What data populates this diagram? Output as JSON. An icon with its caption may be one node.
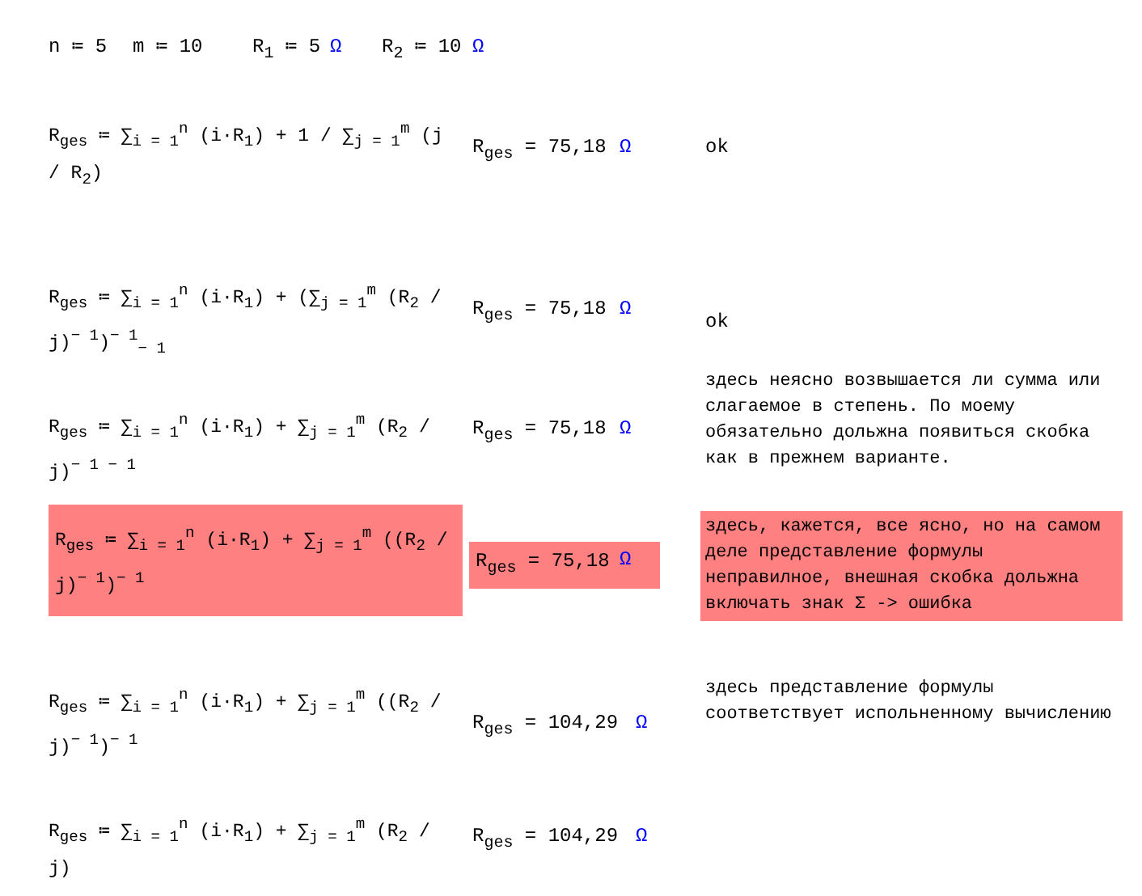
{
  "diagram": {
    "labels": [
      "n ≔ 5",
      "m ≔ 10",
      "R$_{1}$ ≔ 5",
      "Ω",
      "R$_{2}$ ≔ 10",
      "Ω",
      "R$_{ges}$ ≔ ∑$_{i = 1}$$^{n}$ (i·R$_{1}$) + 1 / ∑$_{j = 1}$$^{m}$ (j / R$_{2}$)",
      "R$_{ges}$ = 75,18",
      "Ω",
      "ok",
      "R$_{ges}$ ≔ ∑$_{i = 1}$$^{n}$ (i·R$_{1}$) + (∑$_{j = 1}$$^{m}$ (R$_{2}$ / j)$^{− 1}$)$^{− 1}$$_{− 1}$",
      "R$_{ges}$ = 75,18",
      "Ω",
      "ok",
      "R$_{ges}$ ≔ ∑$_{i = 1}$$^{n}$ (i·R$_{1}$) + ∑$_{j = 1}$$^{m}$ (R$_{2}$ / j)$^{− 1 − 1}$",
      "R$_{ges}$ = 75,18",
      "Ω",
      "здесь неясно возвышается ли сумма или слагаемое в степень. По моему обязательно дольжна появиться скобка как в прежнем варианте.",
      "R$_{ges}$ ≔ ∑$_{i = 1}$$^{n}$ (i·R$_{1}$) + ∑$_{j = 1}$$^{m}$ ((R$_{2}$ / j)$^{− 1}$)$^{− 1}$",
      "R$_{ges}$ = 75,18",
      "Ω",
      "здесь, кажется, все ясно, но на самом деле представление формулы неправилное, внешная скобка дольжна включать знак Σ -> ошибка",
      "R$_{ges}$ ≔ ∑$_{i = 1}$$^{n}$ (i·R$_{1}$) + ∑$_{j = 1}$$^{m}$ ((R$_{2}$ / j)$^{− 1}$)$^{− 1}$",
      "R$_{ges}$ = 104,29",
      "Ω",
      "здесь представление формулы соответствует испольненному вычислению",
      "R$_{ges}$ ≔ ∑$_{i = 1}$$^{n}$ (i·R$_{1}$) + ∑$_{j = 1}$$^{m}$ (R$_{2}$ / j)",
      "R$_{ges}$ = 104,29",
      "Ω"
    ]
  }
}
